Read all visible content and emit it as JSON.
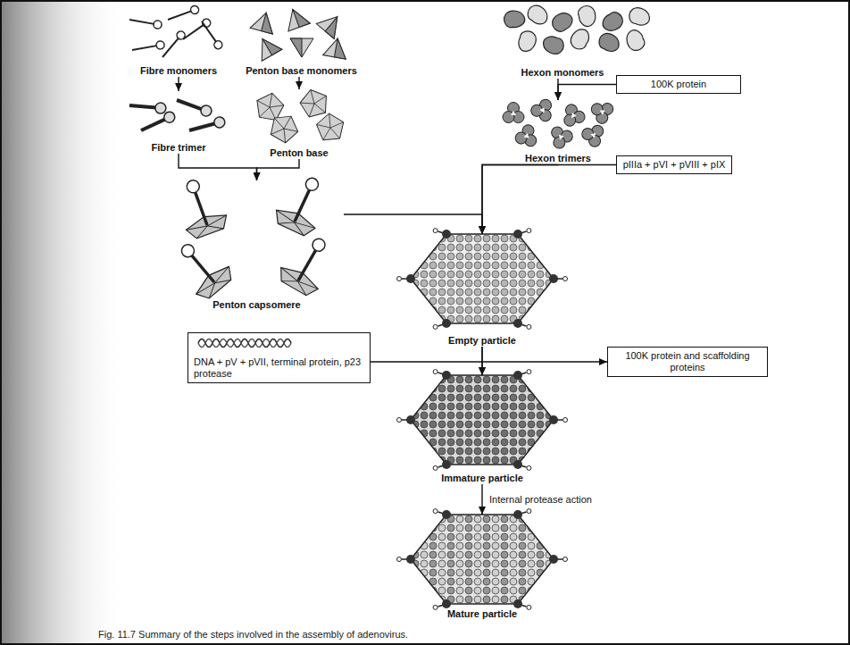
{
  "diagram": {
    "caption": "Fig. 11.7 Summary of the steps involved in the assembly of adenovirus.",
    "nodes": [
      {
        "text": [
          "Fibre monomers"
        ]
      },
      {
        "text": [
          "Penton base monomers"
        ]
      },
      {
        "text": [
          "Hexon monomers"
        ]
      },
      {
        "text": [
          "100K protein"
        ]
      },
      {
        "text": [
          "Fibre trimer"
        ]
      },
      {
        "text": [
          "Penton base"
        ]
      },
      {
        "text": [
          "Hexon trimers"
        ]
      },
      {
        "text": [
          "pIIIa + pVI + pVIII + pIX"
        ]
      },
      {
        "text": [
          "Penton capsomere"
        ]
      },
      {
        "text": [
          "Empty particle"
        ]
      },
      {
        "text": [
          "DNA + pV + pVII, terminal protein, p23 protease"
        ]
      },
      {
        "text": [
          "100K protein and scaffolding proteins"
        ]
      },
      {
        "text": [
          "Immature particle"
        ]
      },
      {
        "text": [
          "Mature particle"
        ]
      }
    ],
    "edges": [
      {
        "from": 0,
        "to": 4,
        "arrow": "to"
      },
      {
        "from": 1,
        "to": 5,
        "arrow": "to"
      },
      {
        "from": 2,
        "to": 6,
        "arrow": "to"
      },
      {
        "from": 3,
        "to": 6,
        "arrow": "to"
      },
      {
        "from": 4,
        "to": 8,
        "arrow": "to"
      },
      {
        "from": 5,
        "to": 8,
        "arrow": "to"
      },
      {
        "from": 8,
        "to": 9,
        "arrow": "to"
      },
      {
        "from": 6,
        "to": 9,
        "arrow": "to"
      },
      {
        "from": 7,
        "to": 9,
        "arrow": "to"
      },
      {
        "from": 9,
        "to": 12,
        "arrow": "to"
      },
      {
        "from": 10,
        "to": 12,
        "arrow": "to"
      },
      {
        "from": 9,
        "to": 11,
        "arrow": "to"
      },
      {
        "from": 12,
        "to": 13,
        "label": "Internal protease action",
        "arrow": "to"
      }
    ]
  }
}
